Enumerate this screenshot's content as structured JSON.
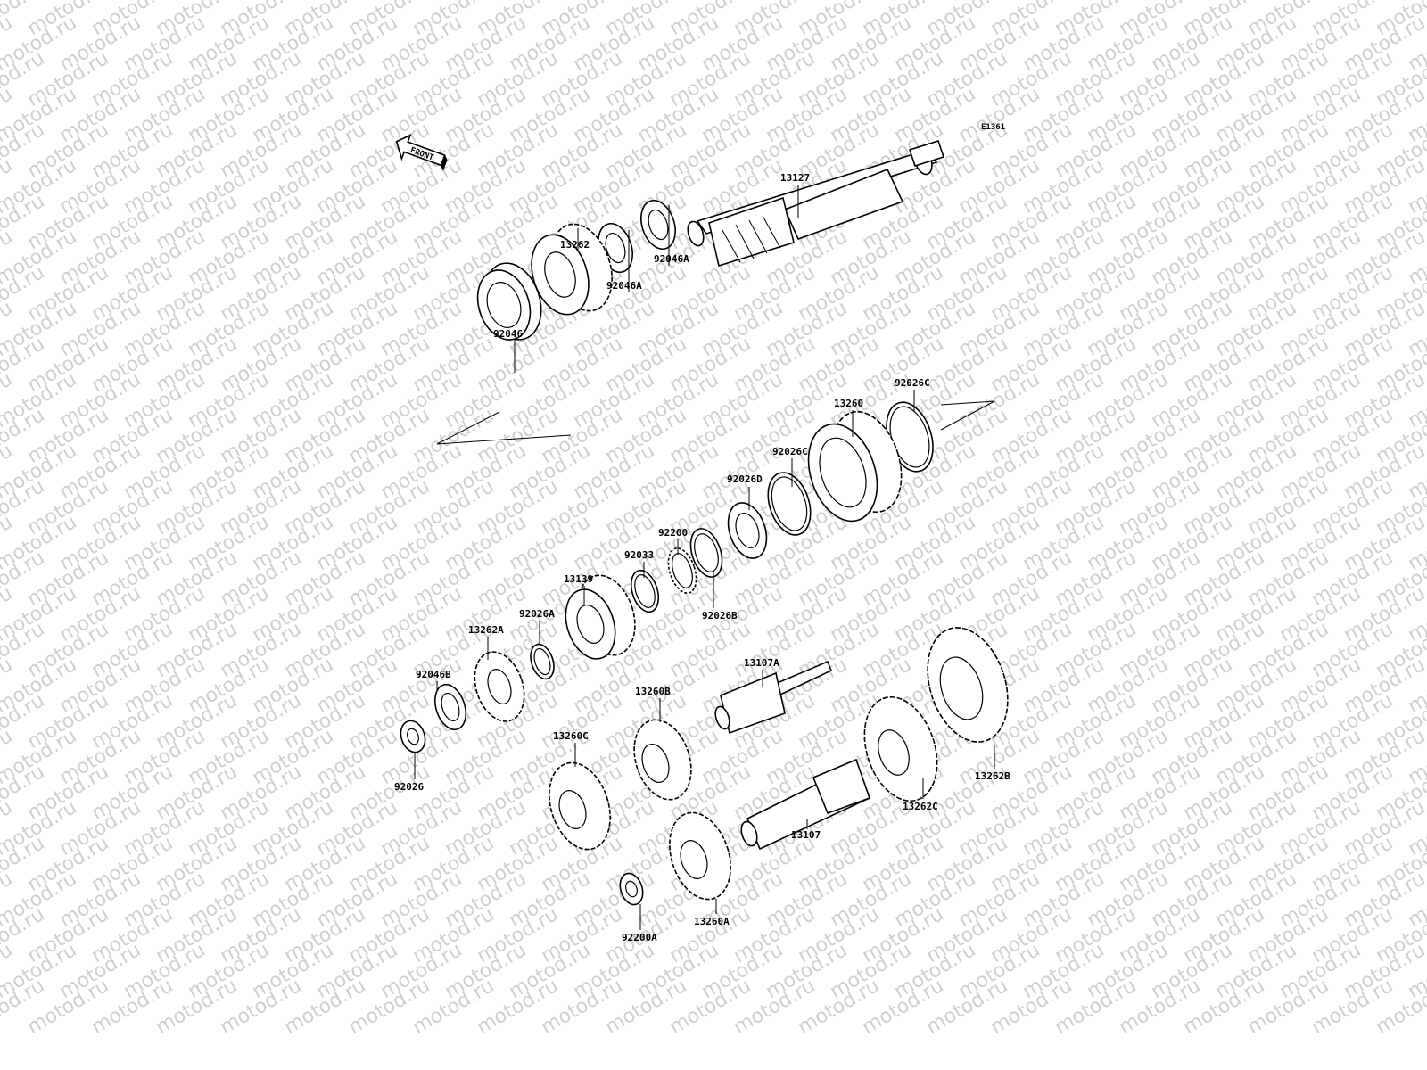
{
  "diagram_code": "E1361",
  "front_label": "FRONT",
  "watermark": "motod.ru",
  "parts": [
    {
      "id": "13127",
      "kind": "shaft"
    },
    {
      "id": "92046A",
      "kind": "needle-bearing"
    },
    {
      "id": "92046A",
      "kind": "needle-bearing"
    },
    {
      "id": "13262",
      "kind": "gear"
    },
    {
      "id": "92046",
      "kind": "needle-bearing"
    },
    {
      "id": "92026C",
      "kind": "circlip"
    },
    {
      "id": "13260",
      "kind": "gear"
    },
    {
      "id": "92026C",
      "kind": "circlip"
    },
    {
      "id": "92026D",
      "kind": "lock-washer"
    },
    {
      "id": "92200",
      "kind": "washer"
    },
    {
      "id": "92033",
      "kind": "circlip"
    },
    {
      "id": "92026B",
      "kind": "circlip"
    },
    {
      "id": "13139",
      "kind": "gear"
    },
    {
      "id": "92026A",
      "kind": "circlip"
    },
    {
      "id": "13262A",
      "kind": "gear"
    },
    {
      "id": "92046B",
      "kind": "needle-bearing"
    },
    {
      "id": "92026",
      "kind": "washer"
    },
    {
      "id": "13107A",
      "kind": "shaft"
    },
    {
      "id": "13260B",
      "kind": "gear"
    },
    {
      "id": "13260C",
      "kind": "gear"
    },
    {
      "id": "13107",
      "kind": "shaft"
    },
    {
      "id": "13262C",
      "kind": "gear"
    },
    {
      "id": "13262B",
      "kind": "gear"
    },
    {
      "id": "13260A",
      "kind": "gear"
    },
    {
      "id": "92200A",
      "kind": "washer"
    }
  ]
}
